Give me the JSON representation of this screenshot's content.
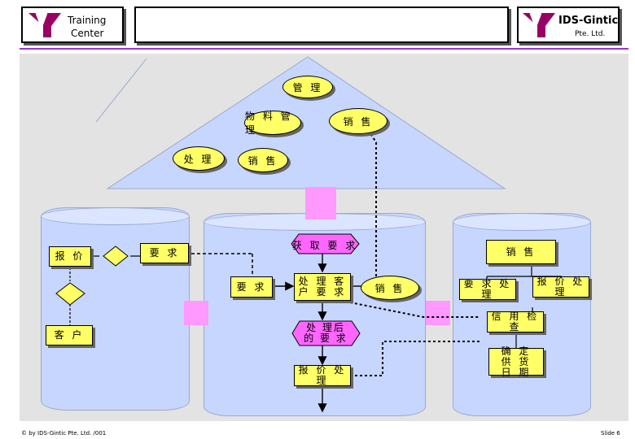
{
  "header": {
    "left_title_line1": "Training",
    "left_title_line2": "Center",
    "brand_name": "IDS-Gintic",
    "brand_sub": "Pte. Ltd."
  },
  "diagram": {
    "management": "管 理",
    "materials_mgmt": "物 料 管 理",
    "sales_top": "销 售",
    "processing": "处 理",
    "sales_mid": "销 售",
    "quote_left": "报 价",
    "customer_left": "客 户",
    "request_left": "要 求",
    "get_request": "获 取 要 求",
    "request_center": "要 求",
    "process_customer": "处 理 客 户 要 求",
    "sales_center": "销 售",
    "processed_request": "处 理后 的 要 求",
    "quote_process_center": "报 价 处 理",
    "sales_right": "销 售",
    "request_process": "要 求 处 理",
    "quote_process_right": "报 价 处 理",
    "credit_check": "信 用 检 查",
    "delivery_date": "确 定 供 货 日 期"
  },
  "footer": {
    "copyright": "© by IDS-Gintic Pte. Ltd. /001",
    "slide": "Slide 6"
  },
  "colors": {
    "yellow": "#ffff66",
    "magenta": "#ff66ff",
    "cylinder": "#c7d6ff",
    "triangle": "#c7d6ff",
    "logo": "#990066",
    "rule": "#9933cc"
  }
}
